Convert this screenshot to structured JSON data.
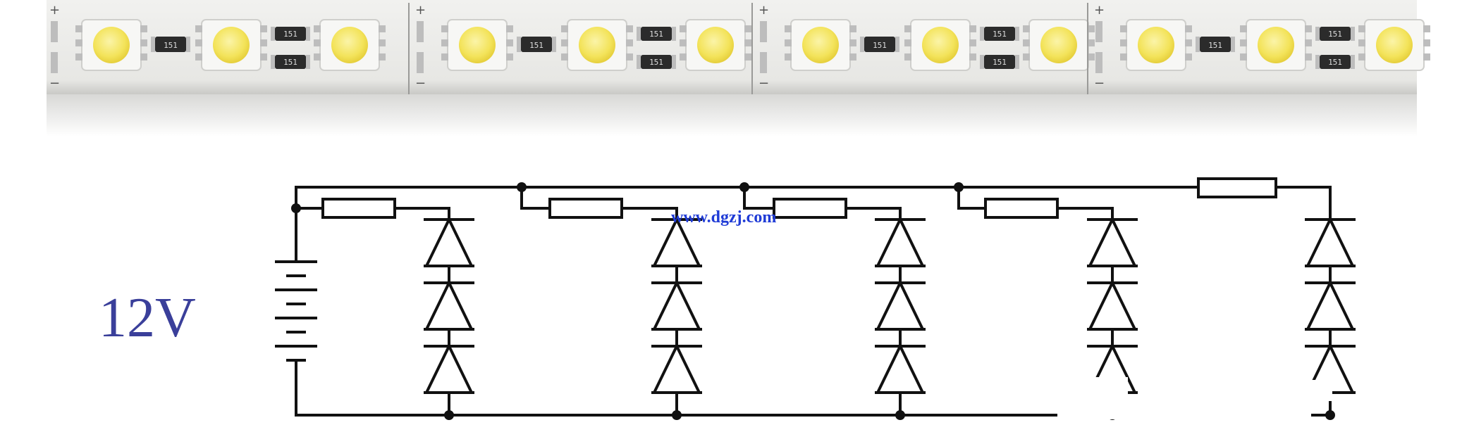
{
  "photo": {
    "plus_mark": "+",
    "minus_mark": "−",
    "resistor_code": "151",
    "colors": {
      "board": "#ececea",
      "led_chip": "#f5e766",
      "resistor": "#2b2b2b",
      "pad": "#bdbdbd"
    }
  },
  "schematic": {
    "supply_voltage_label": "12V",
    "watermark": "www.dgzj.com",
    "branch_count": 5,
    "leds_per_branch": 3,
    "colors": {
      "wire": "#111111",
      "voltage_text": "#3a3f9a",
      "watermark": "#1f3bd6"
    }
  }
}
